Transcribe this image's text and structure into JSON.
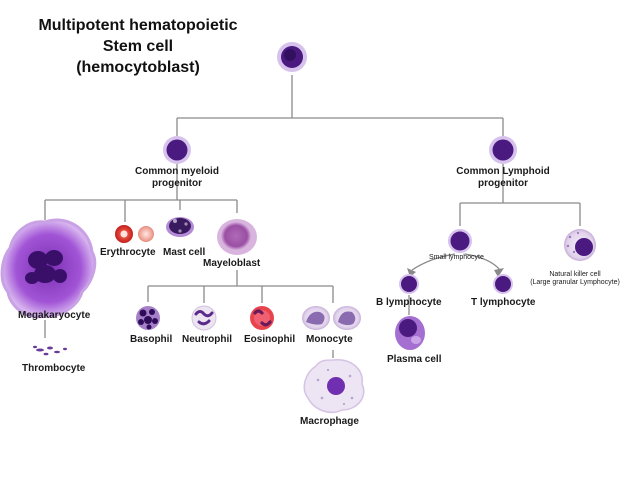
{
  "title": {
    "line1": "Multipotent hematopoietic",
    "line2": "Stem cell",
    "line3": "(hemocytoblast)"
  },
  "labels": {
    "common_myeloid_1": "Common myeloid",
    "common_myeloid_2": "progenitor",
    "common_lymphoid_1": "Common Lymphoid",
    "common_lymphoid_2": "progenitor",
    "erythrocyte": "Erythrocyte",
    "mast_cell": "Mast cell",
    "myeloblast": "Mayeloblast",
    "megakaryocyte": "Megakaryocyte",
    "thrombocyte": "Thrombocyte",
    "basophil": "Basophil",
    "neutrophil": "Neutrophil",
    "eosinophil": "Eosinophil",
    "monocyte": "Monocyte",
    "macrophage": "Macrophage",
    "small_lymphocyte": "Small lymphocyte",
    "natural_killer_1": "Natural killer cell",
    "natural_killer_2": "(Large granular Lymphocyte)",
    "b_lymphocyte": "B lymphocyte",
    "t_lymphocyte": "T lymphocyte",
    "plasma_cell": "Plasma cell"
  },
  "colors": {
    "line": "#8a8a8a",
    "cell_dark": "#3d1068",
    "cell_ring": "#7b4db3",
    "cell_bg": "#d9c4ee"
  }
}
